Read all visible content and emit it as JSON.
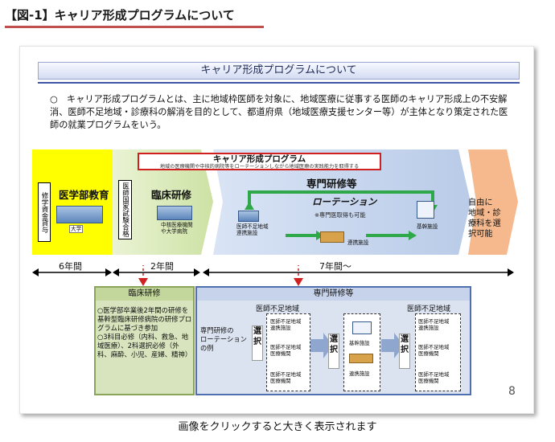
{
  "heading": "【図-1】キャリア形成プログラムについて",
  "slide": {
    "title": "キャリア形成プログラムについて",
    "description": "○　キャリア形成プログラムとは、主に地域枠医師を対象に、地域医療に従事する医師のキャリア形成上の不安解消、医師不足地域・診療科の解消を目的として、都道府県（地域医療支援センター等）が主体となり策定された医師の就業プログラムをいう。",
    "program_box": {
      "title": "キャリア形成プログラム",
      "subtitle": "地域の医療機関や中核的病院等をローテーションしながら地域医療の実践能力を取得する"
    },
    "stages": {
      "scholarship": "修学資金貸与",
      "school": "医学部教育",
      "university": "大学",
      "national_exam": "医師国家試験合格",
      "clinical": "臨床研修",
      "clinical_facility": "中核医療機関\nや大学病院",
      "specialist": "専門研修等",
      "free": "自由に\n地域・診\n療科を選\n択可能"
    },
    "rotation": {
      "label": "ローテーション",
      "note": "※専門医取得も可能",
      "shortage_facility": "医師不足地域\n連携施設",
      "partner_facility": "連携施設",
      "core_facility": "基幹施設"
    },
    "durations": {
      "school": "6年間",
      "clinical": "2年間",
      "specialist": "7年間〜"
    },
    "detail_clinical": {
      "head": "臨床研修",
      "body": "○医学部卒業後2年間の研修を基幹型臨床研修病院の研修プログラムに基づき参加\n○3科目必修（内科、救急、地域医療）、2科選択必修（外科、麻酔、小児、産婦、精神）"
    },
    "detail_specialist": {
      "head": "専門研修等",
      "rotation_example": "専門研修の\nローテーション\nの例",
      "area_label": "医師不足地域",
      "select": "選\n択",
      "shortage_facility": "医師不足地域\n連携施設",
      "shortage_institution": "医師不足地域\n医療機関",
      "core_facility": "基幹施設",
      "partner_facility": "連携施設"
    },
    "page_number": "8"
  },
  "caption": "画像をクリックすると大きく表示されます"
}
